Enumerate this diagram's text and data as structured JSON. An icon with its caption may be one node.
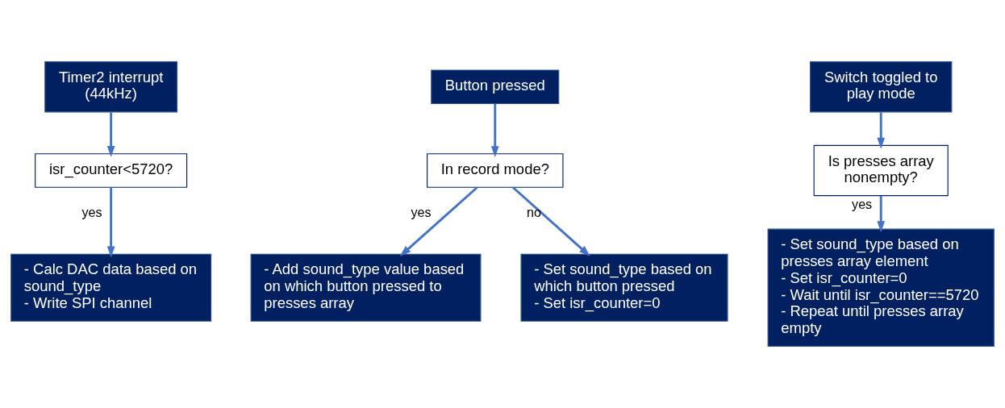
{
  "diagram": {
    "nodes": [
      {
        "text": [
          "Timer2 interrupt (44kHz)"
        ]
      },
      {
        "text": [
          "isr_counter<5720?"
        ]
      },
      {
        "text": [
          "- Calc DAC data based on sound_type",
          "- Write SPI channel"
        ]
      },
      {
        "text": [
          "Button pressed"
        ]
      },
      {
        "text": [
          "In record mode?"
        ]
      },
      {
        "text": [
          "- Add sound_type value based on which button pressed to presses array"
        ]
      },
      {
        "text": [
          "- Set sound_type based on which button pressed",
          "- Set isr_counter=0"
        ]
      },
      {
        "text": [
          "Switch toggled to play mode"
        ]
      },
      {
        "text": [
          "Is presses array nonempty?"
        ]
      },
      {
        "text": [
          "- Set sound_type based on presses array element",
          "- Set isr_counter=0",
          "- Wait until isr_counter==5720",
          "- Repeat until presses array empty"
        ]
      }
    ],
    "edges": [
      {
        "from": 0,
        "to": 1,
        "arrow": "to"
      },
      {
        "from": 1,
        "to": 2,
        "arrow": "to",
        "label": "yes"
      },
      {
        "from": 3,
        "to": 4,
        "arrow": "to"
      },
      {
        "from": 4,
        "to": 5,
        "arrow": "to",
        "label": "yes"
      },
      {
        "from": 4,
        "to": 6,
        "arrow": "to",
        "label": "no"
      },
      {
        "from": 7,
        "to": 8,
        "arrow": "to"
      },
      {
        "from": 8,
        "to": 9,
        "arrow": "to",
        "label": "yes"
      }
    ]
  }
}
